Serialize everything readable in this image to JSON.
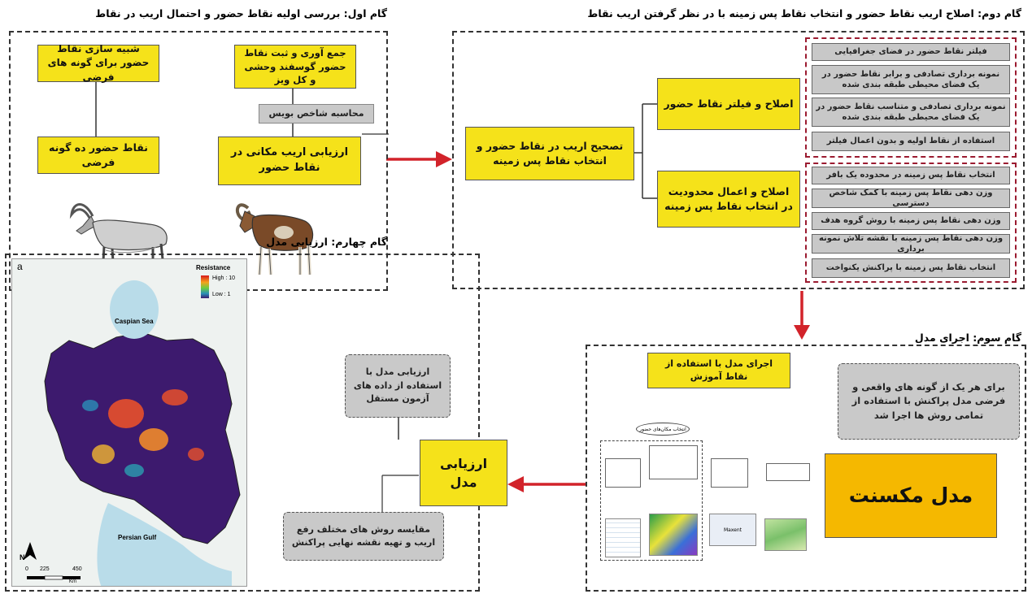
{
  "step1": {
    "title": "گام اول: بررسی اولیه نقاط حضور و احتمال اریب در نقاط",
    "box_simulate": "شبیه سازی نقاط حضور برای گونه های فرضی",
    "box_collect": "جمع آوری و ثبت نقاط حضور گوسفند وحشی و کل ویز",
    "box_moran": "محاسبه شاخص بویس",
    "box_ten": "نقاط حضور ده گونه فرضی",
    "box_evaluate": "ارزیابی اریب مکانی در نقاط حضور"
  },
  "step2": {
    "title": "گام دوم: اصلاح اریب نقاط حضور و انتخاب نقاط پس زمینه با در نظر گرفتن اریب نقاط",
    "main_box": "تصحیح اریب در نقاط حضور و انتخاب نقاط پس زمینه",
    "branch_top": "اصلاح و فیلتر نقاط حضور",
    "branch_bottom": "اصلاح و اعمال محدودیت در انتخاب نقاط پس زمینه",
    "top_items": [
      "فیلتر نقاط حضور در فضای جغرافیایی",
      "نمونه برداری تصادفی و برابر نقاط حضور در یک فضای محیطی طبقه بندی شده",
      "نمونه برداری تصادفی و متناسب نقاط حضور در یک فضای محیطی طبقه بندی شده",
      "استفاده از نقاط اولیه و بدون اعمال فیلتر"
    ],
    "bottom_items": [
      "انتخاب نقاط پس زمینه در محدوده یک بافر",
      "وزن دهی نقاط پس زمینه با کمک شاخص دسترسی",
      "وزن دهی نقاط پس زمینه با روش گروه هدف",
      "وزن دهی نقاط پس زمینه با نقشه تلاش نمونه برداری",
      "انتخاب نقاط پس زمینه با پراکنش یکنواخت"
    ]
  },
  "step3": {
    "title": "گام سوم: اجرای مدل",
    "box_train": "اجرای مدل با استفاده از نقاط آموزش",
    "box_note": "برای هر یک از گونه های واقعی و فرضی مدل پراکنش با استفاده از تمامی روش ها اجرا شد",
    "box_maxent": "مدل مکسنت",
    "mini_flow_top": "انتخاب مکان‌های حضور",
    "mini_maxent": "Maxent"
  },
  "step4": {
    "title": "گام چهارم: ارزیابی مدل",
    "box_test": "ارزیابی مدل با استفاده از داده های آزمون مستقل",
    "box_model_eval": "ارزیابی مدل",
    "box_compare": "مقایسه روش های مختلف رفع اریب و تهیه نقشه نهایی پراکنش"
  },
  "map": {
    "panel_letter": "a",
    "legend_title": "Resistance",
    "legend_high": "High : 10",
    "legend_low": "Low : 1",
    "caspian": "Caspian Sea",
    "persian_gulf": "Persian Gulf",
    "north": "N",
    "scale_0": "0",
    "scale_225": "225",
    "scale_450": "450",
    "scale_unit": "Km"
  },
  "colors": {
    "yellow": "#f5e21a",
    "orange": "#f5b800",
    "gray": "#c8c8c8",
    "arrow_red": "#d2232a",
    "dashed_red": "#9b1b30",
    "map_purple": "#3d1a6e"
  }
}
